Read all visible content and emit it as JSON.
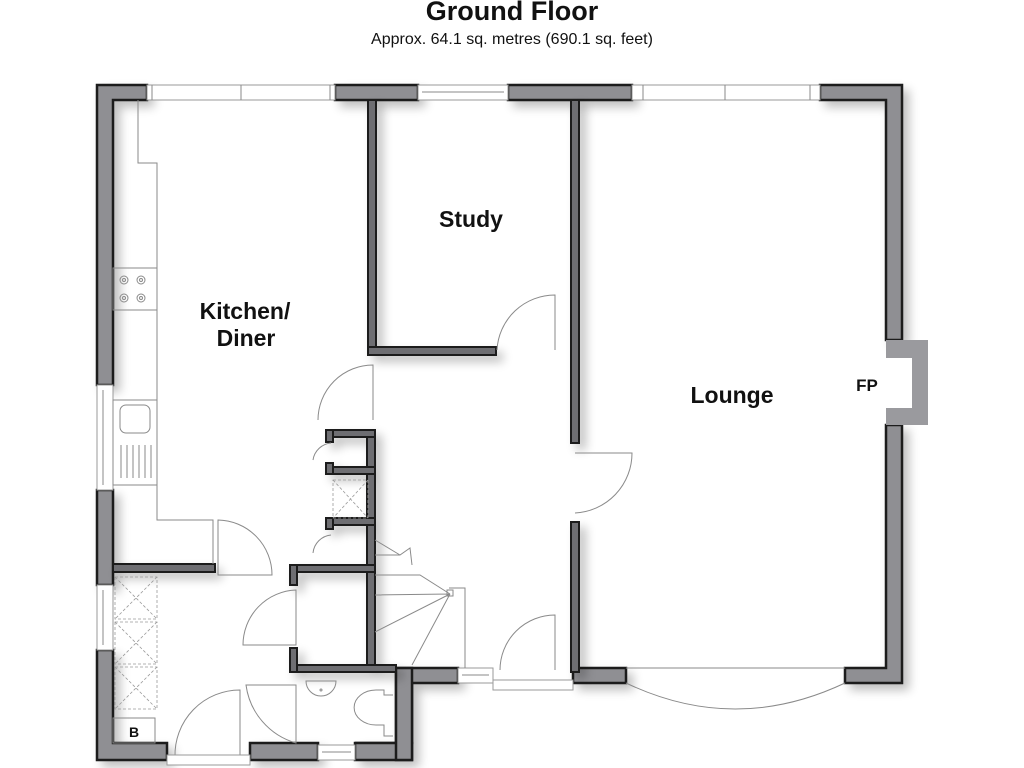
{
  "header": {
    "title": "Ground Floor",
    "subtitle": "Approx. 64.1 sq. metres (690.1 sq. feet)"
  },
  "rooms": [
    {
      "id": "kitchen",
      "label_line1": "Kitchen/",
      "label_line2": "Diner"
    },
    {
      "id": "study",
      "label": "Study"
    },
    {
      "id": "lounge",
      "label": "Lounge"
    }
  ],
  "annotations": {
    "fireplace": "FP",
    "boiler": "B"
  },
  "colors": {
    "wall_fill": "#8f8f93",
    "wall_outline": "#1a1a1a",
    "fixture_line": "#8a8a8a",
    "background": "#ffffff"
  }
}
